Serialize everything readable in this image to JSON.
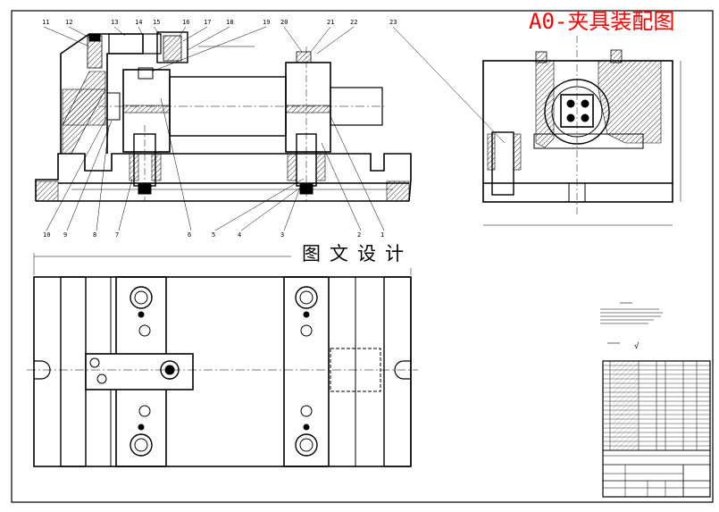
{
  "drawing": {
    "title": "A0-夹具装配图",
    "watermark": "图文设计",
    "top_callouts": [
      "11",
      "12",
      "13",
      "14",
      "15",
      "16",
      "17",
      "18",
      "19",
      "20",
      "21",
      "22",
      "23"
    ],
    "bottom_callouts": [
      "10",
      "9",
      "8",
      "7",
      "6",
      "5",
      "4",
      "3",
      "2",
      "1"
    ],
    "surface_symbol": "√",
    "colors": {
      "line": "#000000",
      "title": "#ff0000",
      "hatch": "#000000",
      "paper": "#ffffff"
    }
  }
}
